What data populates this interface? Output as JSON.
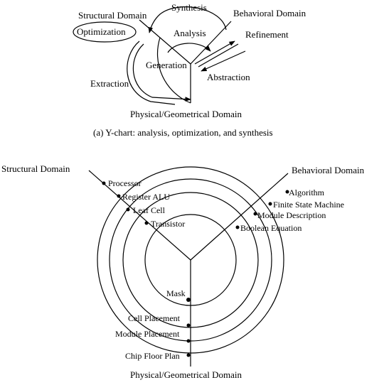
{
  "top": {
    "domains": {
      "structural": "Structural Domain",
      "behavioral": "Behavioral Domain",
      "physical": "Physical/Geometrical Domain"
    },
    "labels": {
      "synthesis": "Synthesis",
      "analysis": "Analysis",
      "optimization": "Optimization",
      "generation": "Generation",
      "refinement": "Refinement",
      "abstraction": "Abstraction",
      "extraction": "Extraction"
    },
    "caption": "(a)  Y-chart: analysis, optimization, and synthesis"
  },
  "bottom": {
    "domains": {
      "structural": "Structural Domain",
      "behavioral": "Behavioral Domain",
      "physical": "Physical/Geometrical Domain"
    },
    "structural_levels": [
      "Processor",
      "Register ALU",
      "Leaf Cell",
      "Transistor"
    ],
    "behavioral_levels": [
      "Algorithm",
      "Finite State Machine",
      "Module Description",
      "Boolean Equation"
    ],
    "physical_levels": [
      "Mask",
      "Cell Placement",
      "Module Placement",
      "Chip Floor Plan"
    ]
  }
}
